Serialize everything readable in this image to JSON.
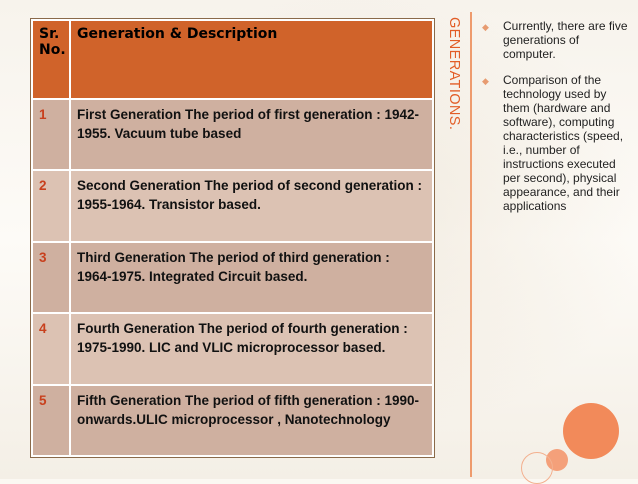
{
  "table": {
    "headers": [
      "Sr. No.",
      "Generation & Description"
    ],
    "rows": [
      {
        "no": "1",
        "desc": "First Generation The period of first generation : 1942-1955. Vacuum tube based"
      },
      {
        "no": "2",
        "desc": "Second Generation The period of second generation : 1955-1964. Transistor based."
      },
      {
        "no": "3",
        "desc": "Third Generation The period of third generation : 1964-1975. Integrated Circuit based."
      },
      {
        "no": "4",
        "desc": "Fourth Generation The period of fourth generation : 1975-1990. LIC and VLIC microprocessor based."
      },
      {
        "no": "5",
        "desc": "Fifth Generation The period of fifth generation : 1990-onwards.ULIC microprocessor , Nanotechnology"
      }
    ]
  },
  "side_title": "GENERATIONS.",
  "bullets": [
    "Currently, there are five generations of computer.",
    "Comparison of the technology used by them (hardware and software), computing characteristics (speed, i.e., number of instructions executed per second), physical appearance, and their applications"
  ],
  "colors": {
    "header_bg": "#d0632a",
    "row_bg": "#d9b9a8",
    "accent": "#e25d27",
    "deco_circle": "#f28a5a"
  }
}
